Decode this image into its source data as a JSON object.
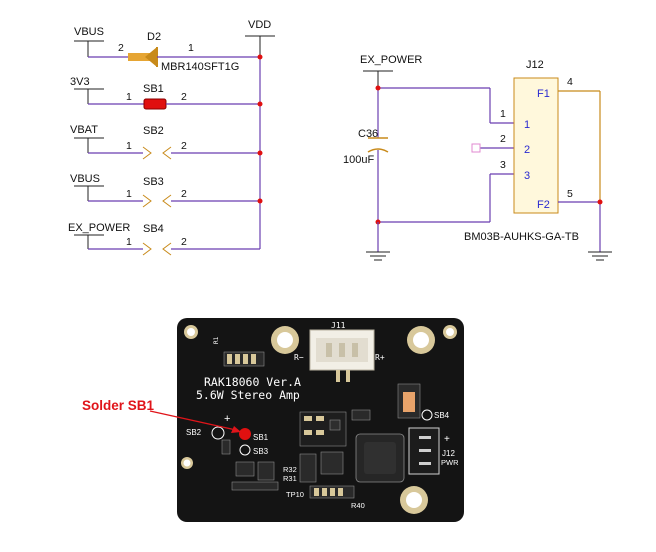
{
  "schematic": {
    "top_rail": "VDD",
    "rows": [
      {
        "net": "VBUS",
        "part": "D2",
        "value": "MBR140SFT1G",
        "pin_left": "2",
        "pin_right": "1"
      },
      {
        "net": "3V3",
        "part": "SB1",
        "pin_left": "1",
        "pin_right": "2"
      },
      {
        "net": "VBAT",
        "part": "SB2",
        "pin_left": "1",
        "pin_right": "2"
      },
      {
        "net": "VBUS",
        "part": "SB3",
        "pin_left": "1",
        "pin_right": "2"
      },
      {
        "net": "EX_POWER",
        "part": "SB4",
        "pin_left": "1",
        "pin_right": "2"
      }
    ],
    "connector": {
      "net": "EX_POWER",
      "ref": "J12",
      "part_no": "BM03B-AUHKS-GA-TB",
      "cap_ref": "C36",
      "cap_value": "100uF",
      "pins": [
        {
          "num": "1",
          "label": "1"
        },
        {
          "num": "2",
          "label": "2"
        },
        {
          "num": "3",
          "label": "3"
        }
      ],
      "mount_pins": [
        {
          "num": "4",
          "label": "F1"
        },
        {
          "num": "5",
          "label": "F2"
        }
      ]
    }
  },
  "board": {
    "title_line1": "RAK18060 Ver.A",
    "title_line2": "5.6W Stereo Amp",
    "speaker_connector": "J11",
    "speaker_minus": "R−",
    "speaker_plus": "R+",
    "power_connector": "J12",
    "power_label": "PWR",
    "labels": {
      "sb1": "SB1",
      "sb2": "SB2",
      "sb3": "SB3",
      "sb4": "SB4",
      "r1": "R1",
      "r32": "R32",
      "r31": "R31",
      "r40": "R40",
      "tp10": "TP10",
      "plus": "+"
    }
  },
  "callout": {
    "text": "Solder SB1"
  },
  "colors": {
    "wire": "#6a3fb0",
    "junction": "#e01010",
    "pcb": "#141414",
    "solder_blob": "#e01010",
    "pad": "#d8c89a"
  }
}
